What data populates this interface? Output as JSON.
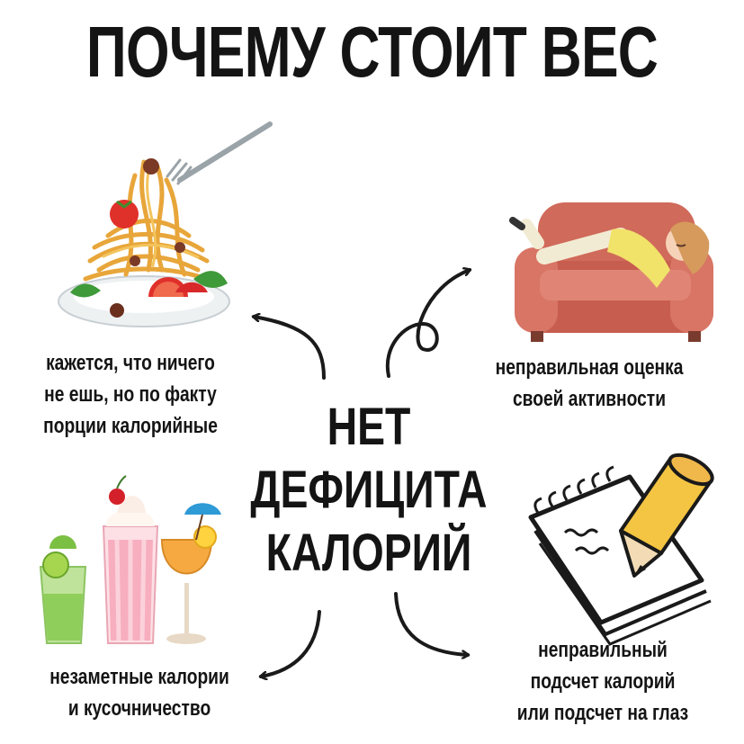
{
  "title": "ПОЧЕМУ СТОИТ ВЕС",
  "center": {
    "line1": "НЕТ",
    "line2": "ДЕФИЦИТА",
    "line3": "КАЛОРИЙ"
  },
  "captions": {
    "top_left": [
      "кажется, что ничего",
      "не ешь, но по факту",
      "порции калорийные"
    ],
    "top_right": [
      "неправильная оценка",
      "своей активности"
    ],
    "bottom_left": [
      "незаметные калории",
      "и кусочничество"
    ],
    "bottom_right": [
      "неправильный",
      "подсчет калорий",
      "или подсчет на глаз"
    ]
  },
  "icons": {
    "top_left": "pasta-plate-icon",
    "top_right": "girl-on-sofa-icon",
    "bottom_left": "cocktails-icon",
    "bottom_right": "notepad-pencil-icon"
  }
}
